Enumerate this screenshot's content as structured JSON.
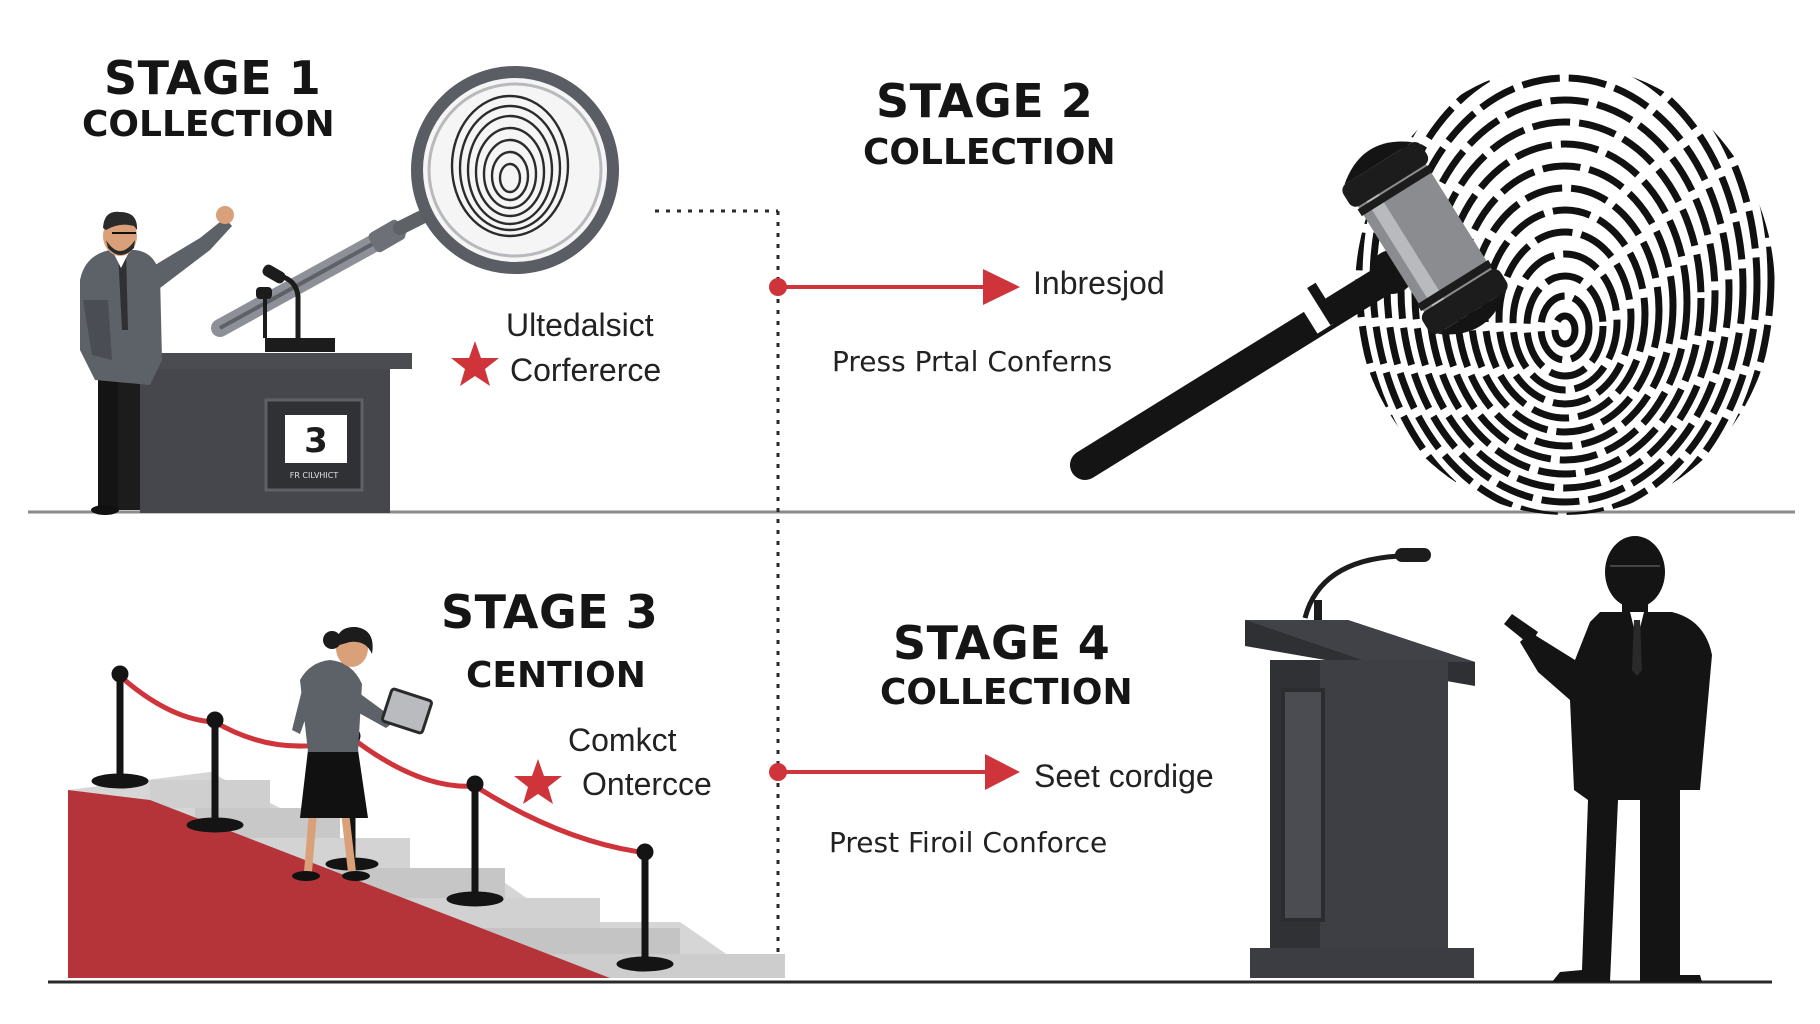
{
  "colors": {
    "accent": "#d0343b",
    "dark": "#1c1c1c",
    "gray": "#5d6168",
    "podium": "#3d3f44",
    "divider": "#8a8a8a"
  },
  "stages": [
    {
      "title": "STAGE 1",
      "subtitle": "COLLECTION",
      "labels": [
        "Ultedalsict",
        "Corferercе"
      ]
    },
    {
      "title": "STAGE 2",
      "subtitle": "COLLECTION",
      "arrow_label": "Inbresjod",
      "caption": "Press Prtal Conferns"
    },
    {
      "title": "STAGE 3",
      "subtitle": "CENTION",
      "labels": [
        "Comkct",
        "Ontercce"
      ]
    },
    {
      "title": "STAGE 4",
      "subtitle": "COLLECTION",
      "arrow_label": "Seet cordige",
      "caption": "Prest Firoil Conforce"
    }
  ],
  "podium_sign": {
    "number": "3",
    "text": "FR CILVHICT"
  },
  "icons": [
    "magnifier-fingerprint-icon",
    "gavel-icon",
    "fingerprint-icon",
    "star-icon",
    "podium-icon",
    "microphone-icon",
    "speaker-silhouette-icon",
    "rope-barrier-icon",
    "tablet-icon"
  ]
}
